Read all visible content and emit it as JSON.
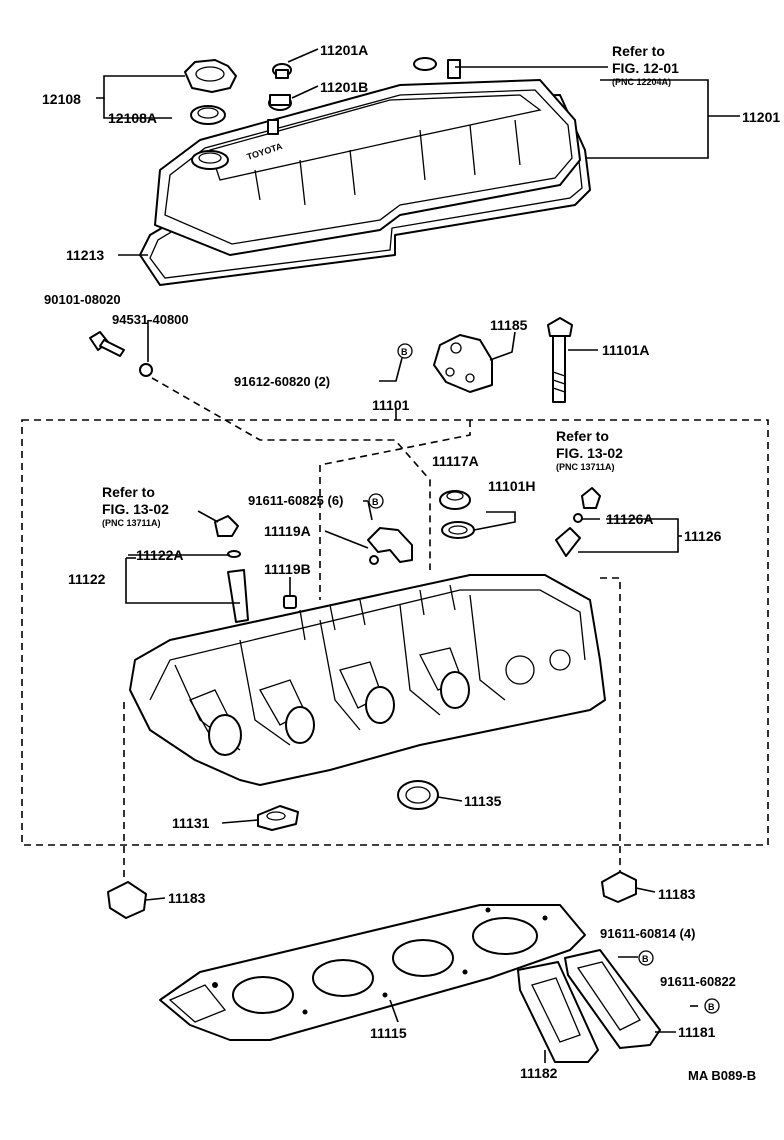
{
  "labels": {
    "p12108": "12108",
    "p12108A": "12108A",
    "p11201A": "11201A",
    "p11201B": "11201B",
    "p11201": "11201",
    "p11213": "11213",
    "p90101": "90101-08020",
    "p94531": "94531-40800",
    "p91612": "91612-60820 (2)",
    "p11185": "11185",
    "p11101A": "11101A",
    "p11101": "11101",
    "p11117A": "11117A",
    "p11101H": "11101H",
    "p91611_60825": "91611-60825 (6)",
    "p11119A": "11119A",
    "p11119B": "11119B",
    "p11122A": "11122A",
    "p11122": "11122",
    "p11126A": "11126A",
    "p11126": "11126",
    "p11131": "11131",
    "p11135": "11135",
    "p11183L": "11183",
    "p11183R": "11183",
    "p91611_60814": "91611-60814 (4)",
    "p91611_60822": "91611-60822",
    "p11115": "11115",
    "p11182": "11182",
    "p11181": "11181",
    "drawing_code": "MA B089-B",
    "cover_brand": "TOYOTA"
  },
  "refs": {
    "ref1": {
      "line1": "Refer to",
      "line2": "FIG. 12-01",
      "line3": "(PNC 12204A)"
    },
    "ref2": {
      "line1": "Refer to",
      "line2": "FIG. 13-02",
      "line3": "(PNC 13711A)"
    },
    "ref3": {
      "line1": "Refer to",
      "line2": "FIG. 13-02",
      "line3": "(PNC 13711A)"
    }
  },
  "markers": {
    "b": "B"
  }
}
